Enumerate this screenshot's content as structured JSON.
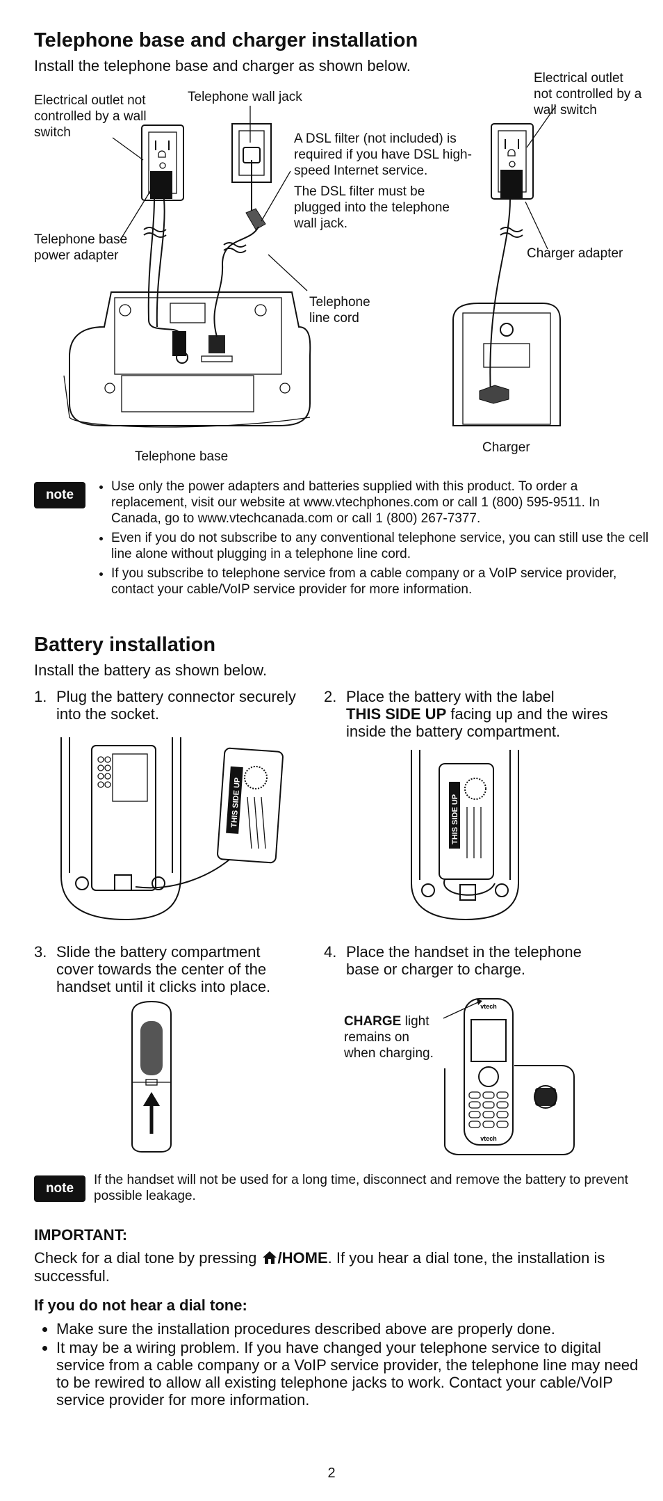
{
  "section1": {
    "title": "Telephone base and charger installation",
    "subtitle": "Install the telephone base and charger as shown below.",
    "labels": {
      "outlet_left": "Electrical outlet not controlled by a wall switch",
      "wall_jack": "Telephone wall jack",
      "dsl_required": "A DSL filter (not included) is required if you have DSL high-speed Internet service.",
      "dsl_plugged": "The DSL filter must be plugged into the telephone wall jack.",
      "outlet_right": "Electrical outlet not controlled by a wall switch",
      "base_adapter": "Telephone base power adapter",
      "charger_adapter": "Charger adapter",
      "line_cord": "Telephone line cord",
      "telephone_base": "Telephone base",
      "charger": "Charger"
    },
    "note_label": "note",
    "notes": [
      "Use only the power adapters and batteries supplied with this product. To order a replacement, visit our website at www.vtechphones.com or call 1 (800) 595-9511. In Canada, go to www.vtechcanada.com or call 1 (800) 267-7377.",
      "Even if you do not subscribe to any conventional telephone service, you can still use the cell line alone without plugging in a telephone line cord.",
      "If you subscribe to telephone service from a cable company or a VoIP service provider, contact your cable/VoIP service provider for more information."
    ]
  },
  "section2": {
    "title": "Battery installation",
    "subtitle": "Install the battery as shown below.",
    "steps": [
      {
        "num": "1.",
        "text": "Plug the battery connector securely into the socket."
      },
      {
        "num": "2.",
        "pre": "Place the battery with the label",
        "bold": "THIS SIDE UP",
        "post": "facing up and the wires inside the battery compartment."
      },
      {
        "num": "3.",
        "text": "Slide the battery compartment cover towards the center of the handset until it clicks into place."
      },
      {
        "num": "4.",
        "text": "Place the handset in the telephone base or charger to charge."
      }
    ],
    "battery_label": "THIS SIDE UP",
    "charge_bold": "CHARGE",
    "charge_rest": " light remains on when charging.",
    "brand": "vtech",
    "note_label": "note",
    "note": "If the handset will not be used for a long time, disconnect and remove the battery to prevent possible leakage."
  },
  "important": {
    "heading": "IMPORTANT:",
    "check_pre": "Check for a dial tone by pressing ",
    "check_key": "/HOME",
    "check_post": ". If you hear a dial tone, the installation is successful.",
    "no_tone_heading": "If you do not hear a dial tone:",
    "bullets": [
      "Make sure the installation procedures described above are properly done.",
      "It may be a wiring problem. If you have changed your telephone service to digital service from a cable company or a VoIP service provider, the telephone line may need to be rewired to allow all existing telephone jacks to work. Contact your cable/VoIP service provider for more information."
    ]
  },
  "page_number": "2"
}
